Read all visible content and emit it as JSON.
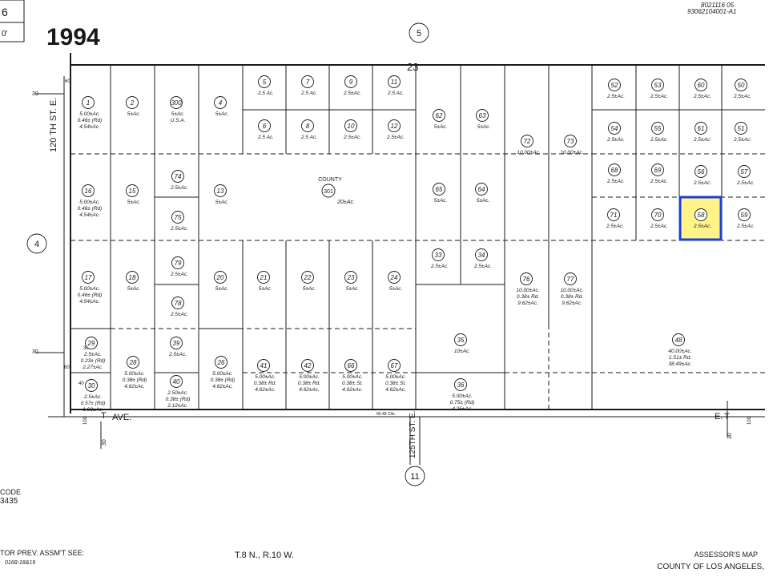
{
  "header": {
    "corner_number": "6",
    "corner_scale": "0'",
    "year": "1994",
    "hand_note_1": "8021116 05",
    "hand_note_2": "93062104001-A1",
    "section_top": "23"
  },
  "book_circles": [
    {
      "id": "top-5",
      "label": "5"
    },
    {
      "id": "left-4",
      "label": "4"
    },
    {
      "id": "bottom-11",
      "label": "11"
    }
  ],
  "streets": {
    "left_street": "120 TH ST. E.",
    "bottom_avenue_left": "AVE.",
    "bottom_avenue_right": "E.",
    "bottom_avenue_t": "T",
    "center_street": "125TH ST. E.",
    "ave_dims": "80.48 Chk."
  },
  "dimensions": {
    "d30_top": "30",
    "d60_top": "60",
    "d30_mid": "30",
    "d60_mid": "60",
    "d30_bottom_left": "30",
    "d40_bottom_left": "40",
    "d30_bottom_mid": "30",
    "d100_right": "100",
    "d30_right": "30",
    "d100_left_bottom": "100"
  },
  "highlight": {
    "parcel": "58",
    "color": "#fff38a",
    "border": "#1a3fd6"
  },
  "parcels": [
    {
      "id": "1",
      "area": [
        "5.00±Ac.",
        "0.46± (Rd)",
        "4.54±Ac."
      ]
    },
    {
      "id": "2",
      "area": [
        "5±Ac."
      ]
    },
    {
      "id": "300",
      "area": [
        "5±Ac.",
        "U.S.A."
      ]
    },
    {
      "id": "4",
      "area": [
        "5±Ac."
      ]
    },
    {
      "id": "5",
      "area": [
        "2.5 Ac."
      ]
    },
    {
      "id": "7",
      "area": [
        "2.5 Ac."
      ]
    },
    {
      "id": "9",
      "area": [
        "2.5±Ac."
      ]
    },
    {
      "id": "11",
      "area": [
        "2.5 Ac."
      ]
    },
    {
      "id": "6",
      "area": [
        "2.5 Ac."
      ]
    },
    {
      "id": "8",
      "area": [
        "2.5 Ac."
      ]
    },
    {
      "id": "10",
      "area": [
        "2.5±Ac."
      ]
    },
    {
      "id": "12",
      "area": [
        "2.5±Ac."
      ]
    },
    {
      "id": "62",
      "area": [
        "5±Ac."
      ]
    },
    {
      "id": "63",
      "area": [
        "5±Ac."
      ]
    },
    {
      "id": "72",
      "area": [
        "10.00±Ac."
      ]
    },
    {
      "id": "73",
      "area": [
        "10.00±Ac."
      ]
    },
    {
      "id": "52",
      "area": [
        "2.5±Ac."
      ]
    },
    {
      "id": "53",
      "area": [
        "2.5±Ac."
      ]
    },
    {
      "id": "60",
      "area": [
        "2.5±Ac."
      ]
    },
    {
      "id": "50",
      "area": [
        "2.5±Ac."
      ]
    },
    {
      "id": "54",
      "area": [
        "2.5±Ac."
      ]
    },
    {
      "id": "55",
      "area": [
        "2.5±Ac."
      ]
    },
    {
      "id": "61",
      "area": [
        "2.5±Ac."
      ]
    },
    {
      "id": "51",
      "area": [
        "2.5±Ac."
      ]
    },
    {
      "id": "68",
      "area": [
        "2.5±Ac."
      ]
    },
    {
      "id": "69",
      "area": [
        "2.5±Ac."
      ]
    },
    {
      "id": "56",
      "area": [
        "2.5±Ac."
      ]
    },
    {
      "id": "57",
      "area": [
        "2.5±Ac."
      ]
    },
    {
      "id": "16",
      "area": [
        "5.00±Ac.",
        "0.46± (Rd)",
        "4.54±Ac."
      ]
    },
    {
      "id": "15",
      "area": [
        "5±Ac."
      ]
    },
    {
      "id": "74",
      "area": [
        "2.5±Ac."
      ]
    },
    {
      "id": "75",
      "area": [
        "2.5±Ac."
      ]
    },
    {
      "id": "13",
      "area": [
        "5±Ac."
      ]
    },
    {
      "id": "65",
      "area": [
        "5±Ac."
      ]
    },
    {
      "id": "64",
      "area": [
        "5±Ac."
      ]
    },
    {
      "id": "71",
      "area": [
        "2.5±Ac."
      ]
    },
    {
      "id": "70",
      "area": [
        "2.5±Ac."
      ]
    },
    {
      "id": "58",
      "area": [
        "2.5±Ac."
      ]
    },
    {
      "id": "59",
      "area": [
        "2.5±Ac."
      ]
    },
    {
      "id": "17",
      "area": [
        "5.00±Ac.",
        "0.46± (Rd)",
        "4.54±Ac."
      ]
    },
    {
      "id": "18",
      "area": [
        "5±Ac."
      ]
    },
    {
      "id": "79",
      "area": [
        "2.5±Ac."
      ]
    },
    {
      "id": "78",
      "area": [
        "2.5±Ac."
      ]
    },
    {
      "id": "20",
      "area": [
        "5±Ac."
      ]
    },
    {
      "id": "21",
      "area": [
        "5±Ac."
      ]
    },
    {
      "id": "22",
      "area": [
        "5±Ac."
      ]
    },
    {
      "id": "23",
      "area": [
        "5±Ac."
      ]
    },
    {
      "id": "24",
      "area": [
        "5±Ac."
      ]
    },
    {
      "id": "33",
      "area": [
        "2.5±Ac."
      ]
    },
    {
      "id": "34",
      "area": [
        "2.5±Ac."
      ]
    },
    {
      "id": "76",
      "area": [
        "10.00±Ac.",
        "0.38± Rd.",
        "9.62±Ac."
      ]
    },
    {
      "id": "77",
      "area": [
        "10.00±Ac.",
        "0.38± Rd.",
        "9.62±Ac."
      ]
    },
    {
      "id": "35",
      "area": [
        "10±Ac."
      ]
    },
    {
      "id": "48",
      "area": [
        "40.00±Ac.",
        "1.51± Rd.",
        "38.49±Ac."
      ]
    },
    {
      "id": "29",
      "area": [
        "2.5±Ac.",
        "0.23± (Rd)",
        "2.27±Ac."
      ]
    },
    {
      "id": "30",
      "area": [
        "2.5±Ac.",
        "0.57± (Rd)",
        "1.93±Ac."
      ]
    },
    {
      "id": "28",
      "area": [
        "5.00±Ac.",
        "0.38± (Rd)",
        "4.62±Ac."
      ]
    },
    {
      "id": "39",
      "area": [
        "2.5±Ac."
      ]
    },
    {
      "id": "40",
      "area": [
        "2.50±Ac.",
        "0.38± (Rd)",
        "2.12±Ac."
      ]
    },
    {
      "id": "26",
      "area": [
        "5.00±Ac.",
        "0.38± (Rd)",
        "4.62±Ac."
      ]
    },
    {
      "id": "41",
      "area": [
        "5.00±Ac.",
        "0.38± Rd.",
        "4.62±Ac."
      ]
    },
    {
      "id": "42",
      "area": [
        "5.00±Ac.",
        "0.38± Rd.",
        "4.62±Ac."
      ]
    },
    {
      "id": "66",
      "area": [
        "5.00±Ac.",
        "0.38± St.",
        "4.62±Ac."
      ]
    },
    {
      "id": "67",
      "area": [
        "5.00±Ac.",
        "0.38± St.",
        "4.62±Ac."
      ]
    },
    {
      "id": "36",
      "area": [
        "5.00±Ac.",
        "0.75± (Rd)",
        "4.25±Ac."
      ]
    }
  ],
  "county": {
    "label": "COUNTY",
    "id": "301",
    "area": "20±Ac."
  },
  "footer": {
    "code_label": "CODE",
    "code_value": "3435",
    "prev_assmt": "TOR PREV. ASSM'T SEE:",
    "prev_assmt_ref": "0168-18&19",
    "township": "T.8 N., R.10 W.",
    "assessor": "ASSESSOR'S MAP",
    "county_name": "COUNTY OF LOS ANGELES,"
  }
}
